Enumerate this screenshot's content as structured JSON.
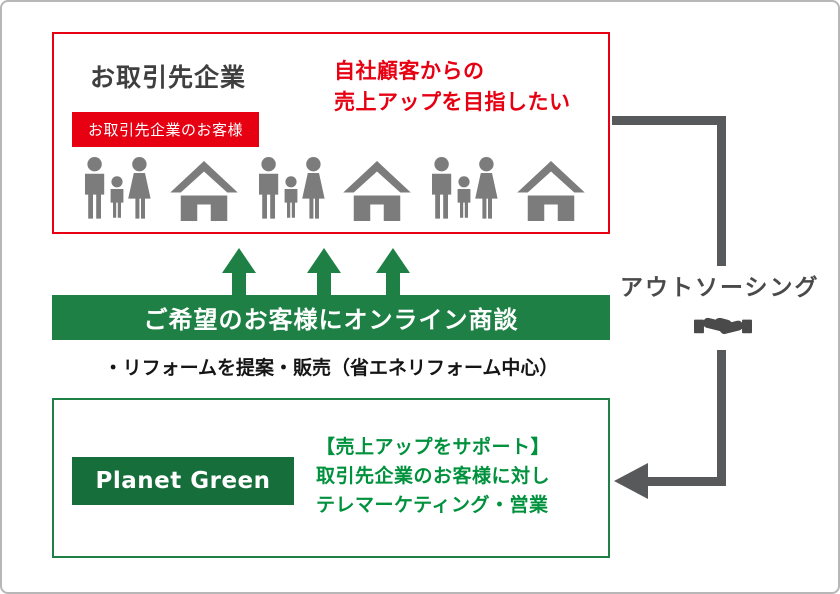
{
  "top_box": {
    "title": "お取引先企業",
    "goal": {
      "line1": "自社顧客からの",
      "line2": "売上アップを目指したい"
    },
    "customers_label": "お取引先企業のお客様"
  },
  "flow": {
    "banner": "ご希望のお客様にオンライン商談",
    "note": "・リフォームを提案・販売（省エネリフォーム中心）"
  },
  "bottom_box": {
    "company": "Planet Green",
    "support": {
      "line1": "【売上アップをサポート】",
      "line2": "取引先企業のお客様に対し",
      "line3": "テレマーケティング・営業"
    }
  },
  "outsourcing_label": "アウトソーシング",
  "icons": {
    "family": "family-icon",
    "house": "house-icon",
    "handshake": "handshake-icon",
    "up_arrow": "up-arrow-icon"
  },
  "colors": {
    "red": "#e60012",
    "green": "#1e8044",
    "green_dark": "#166e3a",
    "green_text": "#00913d",
    "icon_gray": "#7c7c7c",
    "connector_gray": "#58595b",
    "title_gray": "#3f3f3f"
  }
}
